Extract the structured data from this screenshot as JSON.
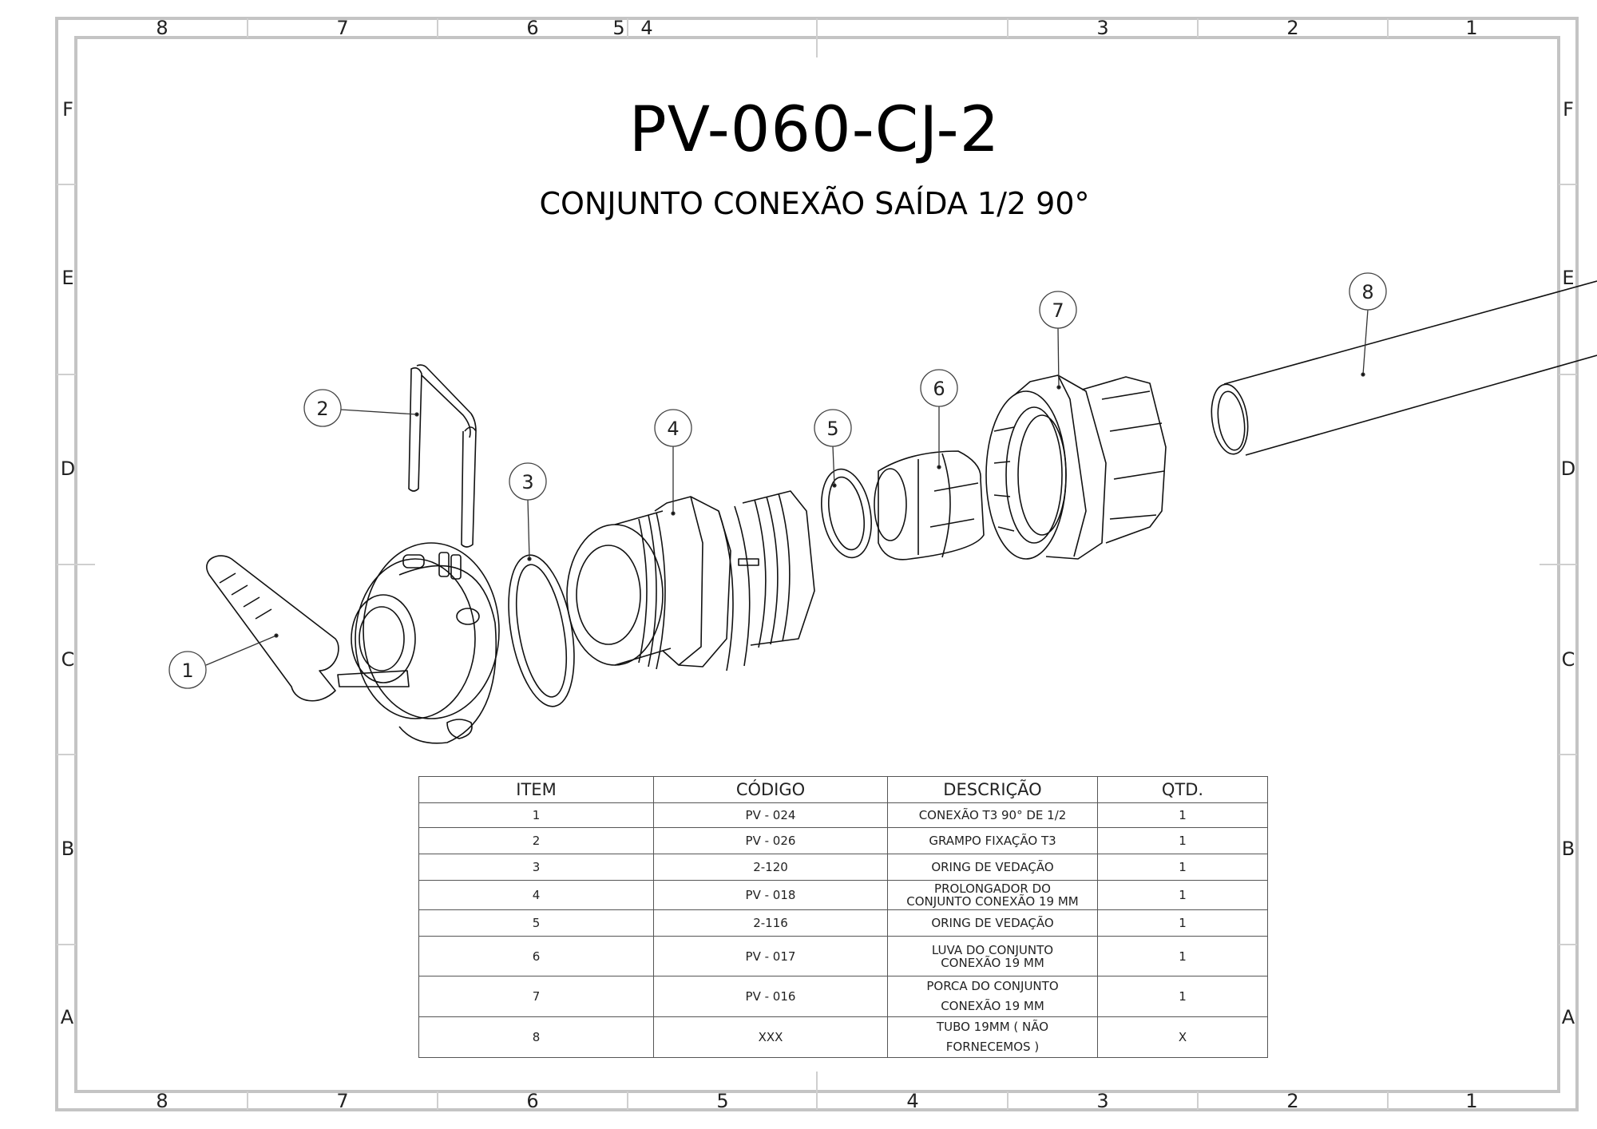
{
  "drawing": {
    "number": "PV-060-CJ-2",
    "subtitle": "CONJUNTO CONEXÃO SAÍDA 1/2 90°"
  },
  "frame": {
    "border_color": "#c4c4c4",
    "columns_top": [
      "8",
      "7",
      "6",
      "5",
      "4",
      "3",
      "2",
      "1"
    ],
    "columns_bottom": [
      "8",
      "7",
      "6",
      "5",
      "4",
      "3",
      "2",
      "1"
    ],
    "rows_left": [
      "F",
      "E",
      "D",
      "C",
      "B",
      "A"
    ],
    "rows_right": [
      "F",
      "E",
      "D",
      "C",
      "B",
      "A"
    ]
  },
  "balloons": [
    {
      "item": "1",
      "label": "CONEXÃO T3 90° DE 1/2"
    },
    {
      "item": "2",
      "label": "GRAMPO FIXAÇÃO T3"
    },
    {
      "item": "3",
      "label": "ORING DE VEDAÇÃO"
    },
    {
      "item": "4",
      "label": "PROLONGADOR DO CONJUNTO CONEXÃO 19 MM"
    },
    {
      "item": "5",
      "label": "ORING DE VEDAÇÃO"
    },
    {
      "item": "6",
      "label": "LUVA DO CONJUNTO CONEXÃO 19 MM"
    },
    {
      "item": "7",
      "label": "PORCA DO CONJUNTO CONEXÃO 19 MM"
    },
    {
      "item": "8",
      "label": "TUBO 19MM ( NÃO FORNECEMOS )"
    }
  ],
  "bom": {
    "headers": [
      "ITEM",
      "CÓDIGO",
      "DESCRIÇÃO",
      "QTD."
    ],
    "rows": [
      {
        "item": "1",
        "code": "PV - 024",
        "desc_l1": "CONEXÃO T3 90° DE 1/2",
        "desc_l2": "",
        "qty": "1"
      },
      {
        "item": "2",
        "code": "PV - 026",
        "desc_l1": "GRAMPO FIXAÇÃO T3",
        "desc_l2": "",
        "qty": "1"
      },
      {
        "item": "3",
        "code": "2-120",
        "desc_l1": "ORING DE VEDAÇÃO",
        "desc_l2": "",
        "qty": "1"
      },
      {
        "item": "4",
        "code": "PV - 018",
        "desc_l1": "PROLONGADOR DO",
        "desc_l2": "CONJUNTO CONEXÃO 19 MM",
        "qty": "1"
      },
      {
        "item": "5",
        "code": "2-116",
        "desc_l1": "ORING DE VEDAÇÃO",
        "desc_l2": "",
        "qty": "1"
      },
      {
        "item": "6",
        "code": "PV - 017",
        "desc_l1": "LUVA DO CONJUNTO",
        "desc_l2": "CONEXÃO 19 MM",
        "qty": "1"
      },
      {
        "item": "7",
        "code": "PV - 016",
        "desc_l1": "PORCA DO CONJUNTO",
        "desc_l2": "CONEXÃO 19 MM",
        "qty": "1"
      },
      {
        "item": "8",
        "code": "XXX",
        "desc_l1": "TUBO 19MM ( NÃO",
        "desc_l2": "FORNECEMOS )",
        "qty": "X"
      }
    ]
  }
}
